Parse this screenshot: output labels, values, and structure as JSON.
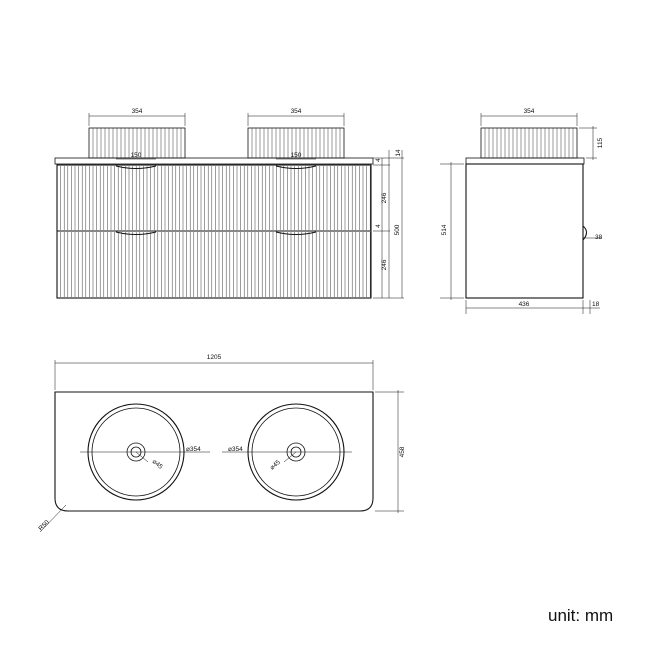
{
  "front_view": {
    "basin_width_left": "354",
    "basin_width_right": "354",
    "handle_left": "150",
    "handle_right": "150",
    "top_thickness": "14",
    "gap_top": "4",
    "drawer_top": "246",
    "gap_mid": "4",
    "drawer_bottom": "246",
    "total_height": "500"
  },
  "side_view": {
    "basin_width": "354",
    "basin_height": "115",
    "cabinet_height": "514",
    "handle_depth": "38",
    "depth": "436",
    "top_overhang": "18"
  },
  "top_view": {
    "total_width": "1205",
    "depth": "458",
    "basin_left_dia": "⌀354",
    "basin_right_dia": "⌀354",
    "drain_left_dia": "⌀45",
    "drain_right_dia": "⌀45",
    "corner_radius": "R50"
  },
  "unit_label": "unit: mm"
}
